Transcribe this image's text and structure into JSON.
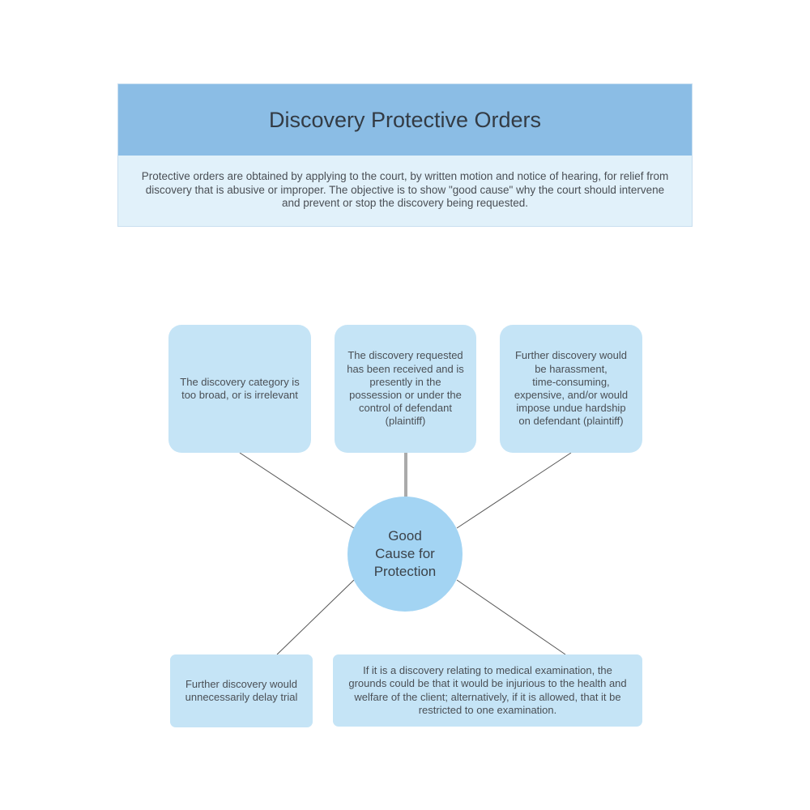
{
  "header": {
    "title": "Discovery Protective Orders",
    "description": "Protective orders are obtained by applying to the court, by written motion and notice of hearing, for relief from\ndiscovery that is abusive or improper.  The objective is to show \"good cause\" why the court should intervene\nand prevent or stop the discovery being requested."
  },
  "center": {
    "label": "Good\nCause for\nProtection"
  },
  "nodes": [
    {
      "text": "The discovery category is\ntoo broad, or is irrelevant"
    },
    {
      "text": "The discovery requested\nhas been received and is\npresently in the\npossession or under the\ncontrol of defendant\n(plaintiff)"
    },
    {
      "text": "Further discovery would\nbe harassment,\ntime-consuming,\nexpensive, and/or would\nimpose undue hardship\non defendant (plaintiff)"
    },
    {
      "text": "Further discovery would\nunnecessarily delay trial"
    },
    {
      "text": "If it is a discovery relating to medical examination, the\ngrounds could be that it would be injurious to the health and\nwelfare of the client; alternatively, if it is allowed, that it be\nrestricted to one examination."
    }
  ],
  "colors": {
    "title_band": "#8bbde5",
    "description_band": "#e1f1fa",
    "node_fill": "#c5e4f6",
    "center_fill": "#a3d4f3",
    "connector": "#555555"
  }
}
